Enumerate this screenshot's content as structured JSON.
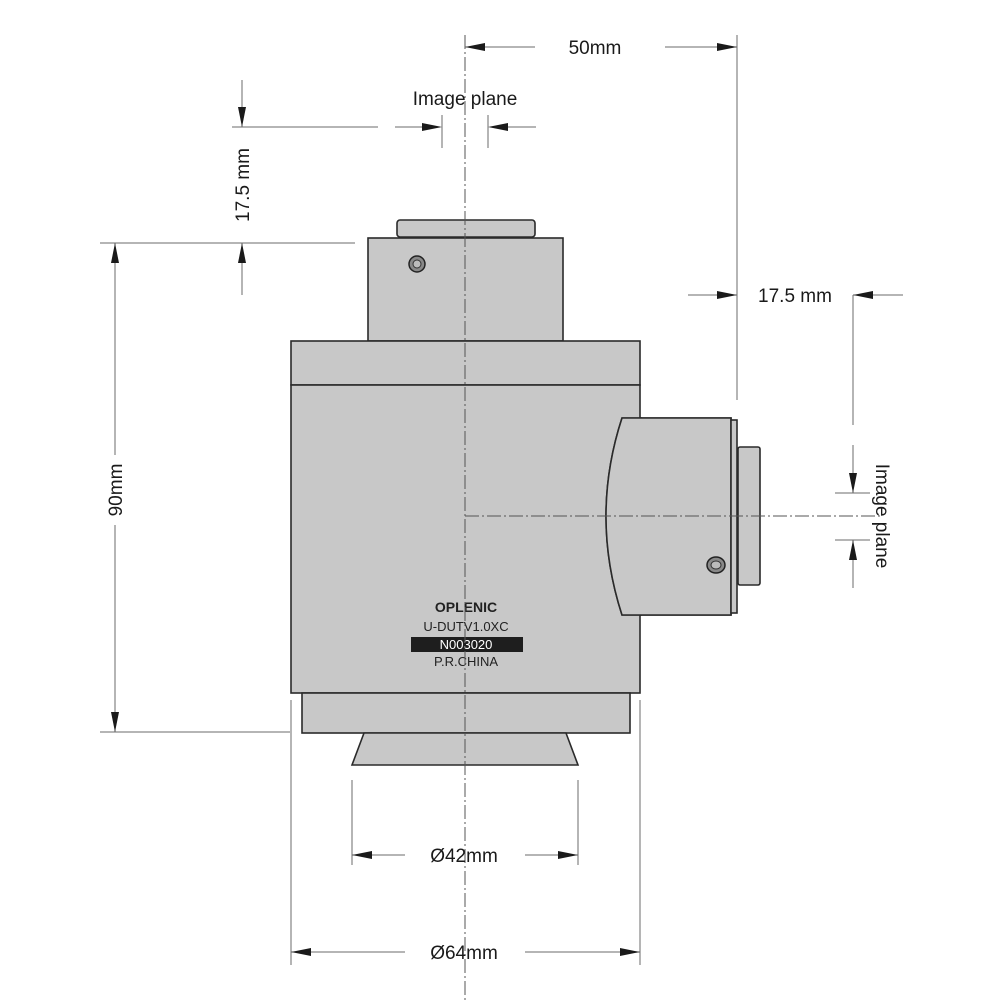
{
  "dimensions": {
    "top_width": "50mm",
    "top_image_plane": "Image plane",
    "top_offset": "17.5 mm",
    "height": "90mm",
    "side_offset": "17.5 mm",
    "side_image_plane": "Image plane",
    "inner_diameter": "Ø42mm",
    "outer_diameter": "Ø64mm"
  },
  "label": {
    "brand": "OPLENIC",
    "model": "U-DUTV1.0XC",
    "serial": "N003020",
    "origin": "P.R.CHINA"
  },
  "colors": {
    "body": "#c8c8c8",
    "outline": "#2a2a2a",
    "serial_bg": "#1e1e1e"
  }
}
